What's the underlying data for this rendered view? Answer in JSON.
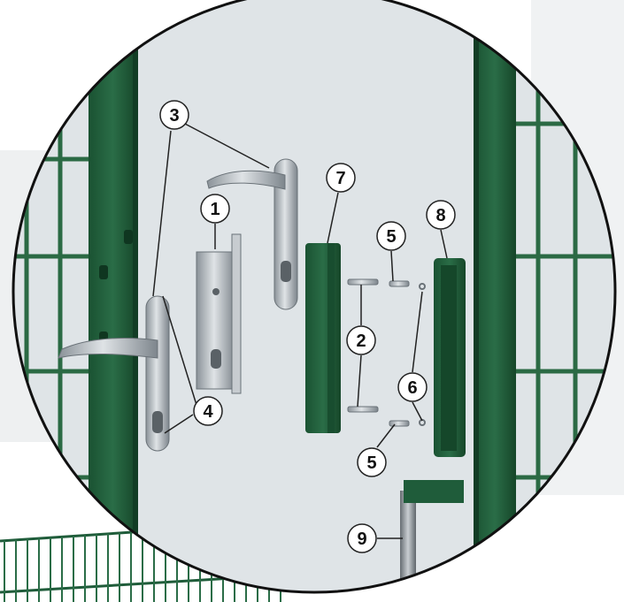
{
  "colors": {
    "background_panel": "#dde2e6",
    "frame_green": "#1f5c3a",
    "frame_green_dark": "#154a2d",
    "metal": "#b9bfc4",
    "metal_dark": "#7d858c",
    "callout_line": "#222222"
  },
  "callouts": [
    {
      "id": "c1",
      "label": "1"
    },
    {
      "id": "c2",
      "label": "2"
    },
    {
      "id": "c3",
      "label": "3"
    },
    {
      "id": "c4",
      "label": "4"
    },
    {
      "id": "c5a",
      "label": "5"
    },
    {
      "id": "c5b",
      "label": "5"
    },
    {
      "id": "c6",
      "label": "6"
    },
    {
      "id": "c7",
      "label": "7"
    },
    {
      "id": "c8",
      "label": "8"
    },
    {
      "id": "c9",
      "label": "9"
    }
  ]
}
